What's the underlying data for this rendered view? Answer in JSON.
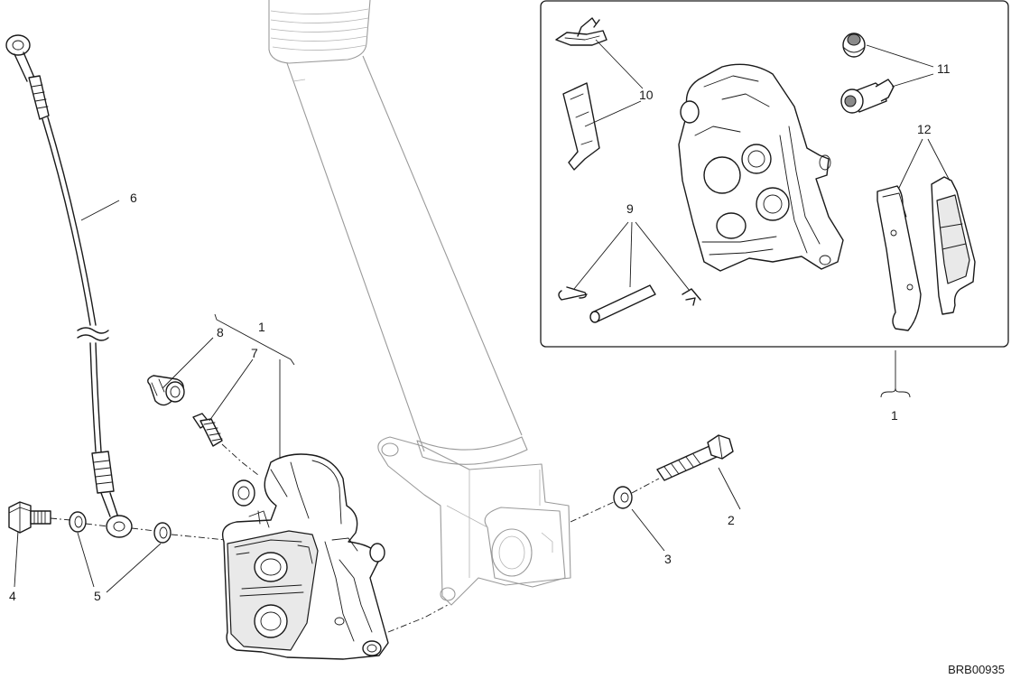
{
  "diagram_code": "BRB00935",
  "callouts": {
    "c1_kit": "1",
    "c1_group": "1",
    "c2": "2",
    "c3": "3",
    "c4": "4",
    "c5": "5",
    "c6": "6",
    "c7": "7",
    "c8": "8",
    "c9": "9",
    "c10": "10",
    "c11": "11",
    "c12": "12"
  }
}
